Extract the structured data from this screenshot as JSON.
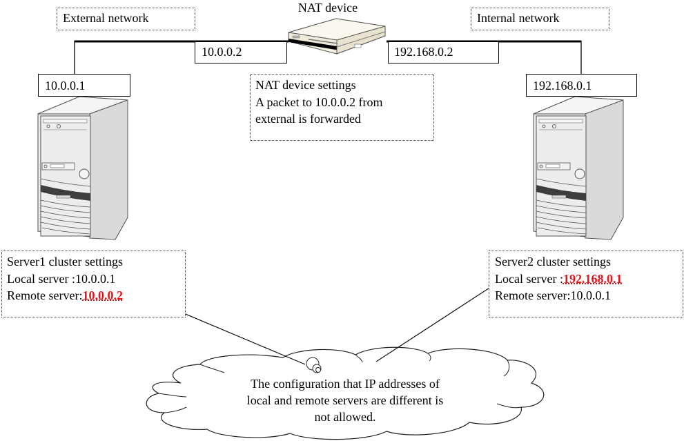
{
  "labels": {
    "external_network": "External network",
    "internal_network": "Internal network",
    "nat_device": "NAT device"
  },
  "ip_labels": {
    "server1_ip": "10.0.0.1",
    "nat_external_ip": "10.0.0.2",
    "nat_internal_ip": "192.168.0.2",
    "server2_ip": "192.168.0.1"
  },
  "nat_settings": {
    "title": "NAT device settings",
    "line1": "A packet to 10.0.0.2 from",
    "line2": "external is forwarded"
  },
  "server1_settings": {
    "title": "Server1  cluster settings",
    "local_label": "Local server  :",
    "local_value": "10.0.0.1",
    "remote_label": "Remote server:",
    "remote_value": "10.0.0.2"
  },
  "server2_settings": {
    "title": "Server2  cluster settings",
    "local_label": "Local server  :",
    "local_value": "192.168.0.1",
    "remote_label": "Remote server:",
    "remote_value": "10.0.0.1"
  },
  "callout": {
    "line1": "The configuration that IP addresses  of",
    "line2": "local and remote servers are different is",
    "line3": "not allowed."
  },
  "colors": {
    "highlight": "#e8121a",
    "line": "#000000",
    "server_body": "#e6e7e9",
    "nat_body": "#f3f0e2"
  }
}
